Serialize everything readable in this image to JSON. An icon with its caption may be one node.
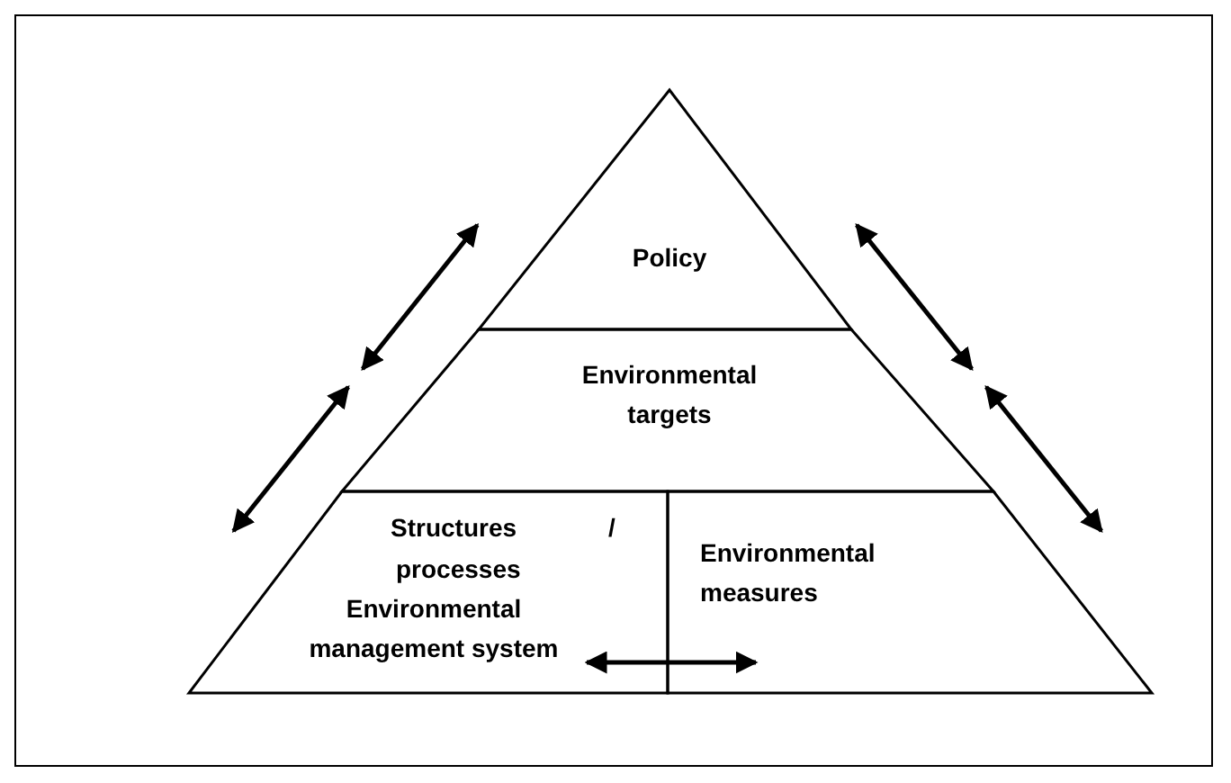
{
  "diagram": {
    "nodes": [
      {
        "text": [
          "Policy"
        ]
      },
      {
        "text": [
          "Environmental targets"
        ]
      },
      {
        "text": [
          "Structures",
          "/",
          "processes",
          "Environmental management system"
        ]
      },
      {
        "text": [
          "Environmental measures"
        ]
      }
    ],
    "edges": [
      {
        "from": 0,
        "to": 1,
        "arrow": "both"
      },
      {
        "from": 1,
        "to": 2,
        "arrow": "both"
      },
      {
        "from": 0,
        "to": 1,
        "arrow": "both"
      },
      {
        "from": 1,
        "to": 3,
        "arrow": "both"
      },
      {
        "from": 2,
        "to": 3,
        "arrow": "both"
      }
    ]
  }
}
